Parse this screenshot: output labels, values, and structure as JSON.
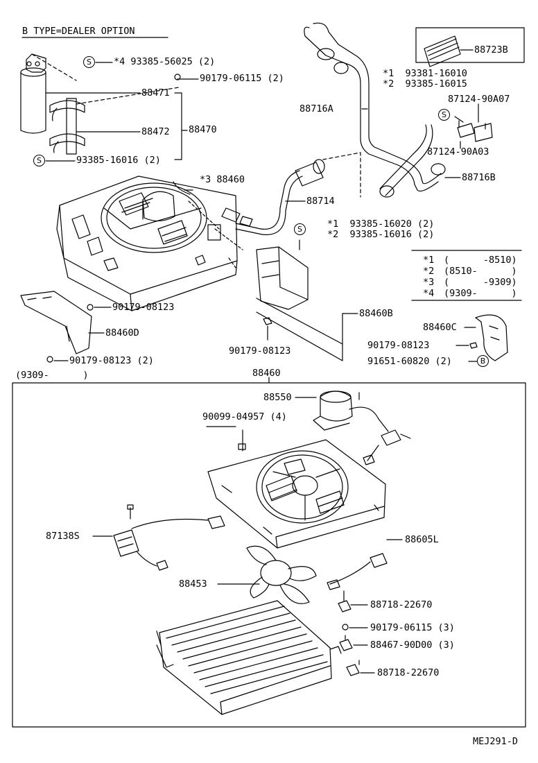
{
  "header": {
    "title": "B TYPE=DEALER OPTION",
    "page_code": "MEJ291-D"
  },
  "badges": {
    "s": "S",
    "b": "B"
  },
  "upper_callouts": [
    {
      "id": "c_s1",
      "text": "*4 93385-56025 (2)"
    },
    {
      "id": "c_90179_1",
      "text": "90179-06115 (2)"
    },
    {
      "id": "c_88471",
      "text": "88471"
    },
    {
      "id": "c_88472",
      "text": "88472"
    },
    {
      "id": "c_88470",
      "text": "88470"
    },
    {
      "id": "c_s2",
      "text": "93385-16016 (2)"
    },
    {
      "id": "c_88460a",
      "text": "*3 88460"
    },
    {
      "id": "c_88714",
      "text": "88714"
    },
    {
      "id": "c_s3a",
      "text": "*1  93385-16020 (2)"
    },
    {
      "id": "c_s3b",
      "text": "*2  93385-16016 (2)"
    },
    {
      "id": "c_88723b",
      "text": "88723B"
    },
    {
      "id": "c_93381",
      "text": "*1  93381-16010"
    },
    {
      "id": "c_93385b",
      "text": "*2  93385-16015"
    },
    {
      "id": "c_87124a",
      "text": "87124-90A07"
    },
    {
      "id": "c_87124b",
      "text": "87124-90A03"
    },
    {
      "id": "c_88716a",
      "text": "88716A"
    },
    {
      "id": "c_88716b",
      "text": "88716B"
    },
    {
      "id": "c_88460b",
      "text": "88460B"
    },
    {
      "id": "c_90179_2",
      "text": "90179-08123"
    },
    {
      "id": "c_88460d",
      "text": "88460D"
    },
    {
      "id": "c_90179_3",
      "text": "90179-08123"
    },
    {
      "id": "c_90179_4",
      "text": "90179-08123 (2)"
    },
    {
      "id": "c_88460c",
      "text": "88460C"
    },
    {
      "id": "c_90179_5",
      "text": "90179-08123"
    },
    {
      "id": "c_91651",
      "text": "91651-60820 (2)"
    }
  ],
  "legend": [
    {
      "mark": "*1",
      "range": "(      -8510)"
    },
    {
      "mark": "*2",
      "range": "(8510-      )"
    },
    {
      "mark": "*3",
      "range": "(      -9309)"
    },
    {
      "mark": "*4",
      "range": "(9309-      )"
    }
  ],
  "inset": {
    "date_range": "(9309-      )",
    "title": "88460",
    "callouts": [
      {
        "id": "i_88550",
        "text": "88550"
      },
      {
        "id": "i_90099",
        "text": "90099-04957 (4)"
      },
      {
        "id": "i_87138s",
        "text": "87138S"
      },
      {
        "id": "i_88605l",
        "text": "88605L"
      },
      {
        "id": "i_88453",
        "text": "88453"
      },
      {
        "id": "i_88718a",
        "text": "88718-22670"
      },
      {
        "id": "i_90179",
        "text": "90179-06115 (3)"
      },
      {
        "id": "i_88467",
        "text": "88467-90D00 (3)"
      },
      {
        "id": "i_88718b",
        "text": "88718-22670"
      }
    ]
  }
}
